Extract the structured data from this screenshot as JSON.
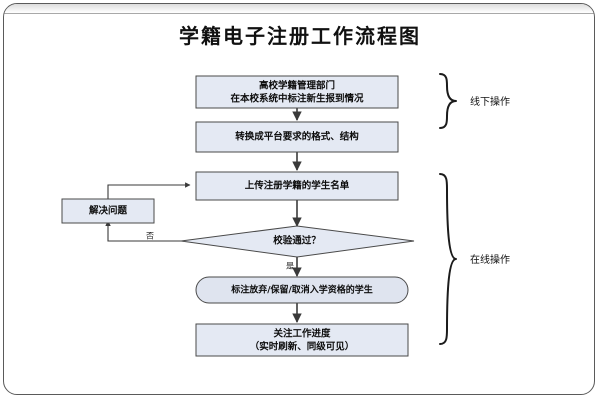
{
  "diagram": {
    "title": "学籍电子注册工作流程图",
    "type": "flowchart",
    "background_color": "#ffffff",
    "node_fill_color": "#e4e9f3",
    "node_stroke_color": "#4a4a4a",
    "edge_color": "#3a3a3a",
    "frame": {
      "border_color": "#5a5a5a",
      "rounded": true
    },
    "nodes": [
      {
        "id": "n1",
        "shape": "rect",
        "lines": [
          "高校学籍管理部门",
          "在本校系统中标注新生报到情况"
        ],
        "line1": "高校学籍管理部门",
        "line2": "在本校系统中标注新生报到情况",
        "group": "offline"
      },
      {
        "id": "n2",
        "shape": "rect",
        "lines": [
          "转换成平台要求的格式、结构"
        ],
        "line1": "转换成平台要求的格式、结构",
        "group": "offline"
      },
      {
        "id": "n3",
        "shape": "rect",
        "lines": [
          "上传注册学籍的学生名单"
        ],
        "line1": "上传注册学籍的学生名单",
        "group": "online"
      },
      {
        "id": "n4",
        "shape": "rect",
        "lines": [
          "解决问题"
        ],
        "line1": "解决问题",
        "group": "online"
      },
      {
        "id": "n5",
        "shape": "diamond",
        "lines": [
          "校验通过？"
        ],
        "line1": "校验通过？",
        "group": "online"
      },
      {
        "id": "n6",
        "shape": "stadium",
        "lines": [
          "标注放弃/保留/取消入学资格的学生"
        ],
        "line1": "标注放弃/保留/取消入学资格的学生",
        "group": "online"
      },
      {
        "id": "n7",
        "shape": "rect",
        "lines": [
          "关注工作进度",
          "（实时刷新、同级可见）"
        ],
        "line1": "关注工作进度",
        "line2": "（实时刷新、同级可见）",
        "group": "online"
      }
    ],
    "edges": [
      {
        "id": "e1",
        "from": "n1",
        "to": "n2",
        "label": ""
      },
      {
        "id": "e2",
        "from": "n2",
        "to": "n3",
        "label": ""
      },
      {
        "id": "e3",
        "from": "n3",
        "to": "n5",
        "label": ""
      },
      {
        "id": "e4",
        "from": "n5",
        "to": "n4",
        "label": "否"
      },
      {
        "id": "e5",
        "from": "n4",
        "to": "n3",
        "label": ""
      },
      {
        "id": "e6",
        "from": "n5",
        "to": "n6",
        "label": "是"
      },
      {
        "id": "e7",
        "from": "n6",
        "to": "n7",
        "label": ""
      }
    ],
    "annotations": [
      {
        "id": "a1",
        "label": "线下操作",
        "covers": [
          "n1",
          "n2"
        ],
        "marker": "curly-brace"
      },
      {
        "id": "a2",
        "label": "在线操作",
        "covers": [
          "n3",
          "n4",
          "n5",
          "n6",
          "n7"
        ],
        "marker": "curly-brace"
      }
    ]
  }
}
